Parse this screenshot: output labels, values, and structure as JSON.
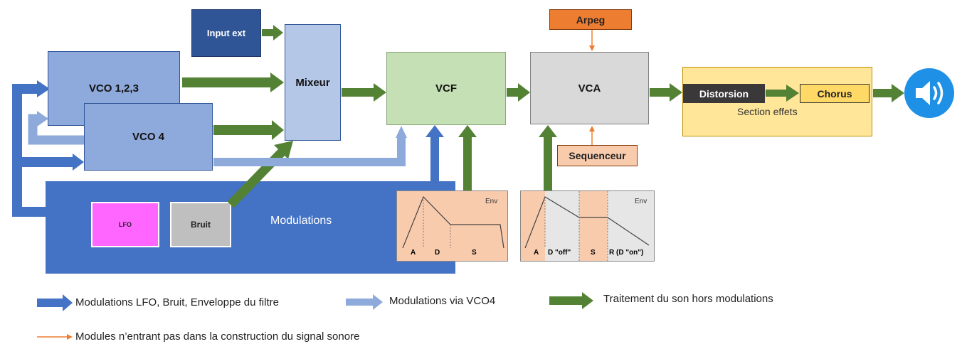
{
  "colors": {
    "vco": "#8EA9DB",
    "vco_border": "#2F5597",
    "mixeur": "#B4C7E7",
    "vcf": "#C5E0B4",
    "vca": "#D9D9D9",
    "green_arrow": "#548235",
    "blue_dark_arrow": "#4472C4",
    "blue_light_arrow": "#8EAADB",
    "orange": "#ED7D31",
    "orange_light": "#F8CBAD",
    "modulations_bg": "#4472C4",
    "lfo": "#FF66FF",
    "bruit": "#BFBFBF",
    "effects_bg": "#FFE699",
    "chorus": "#FFD966",
    "distorsion": "#3A3838",
    "input_ext": "#2F5597",
    "speaker": "#1E90E6"
  },
  "modules": {
    "input_ext": "Input ext",
    "vco123": "VCO 1,2,3",
    "vco4": "VCO 4",
    "mixeur": "Mixeur",
    "vcf": "VCF",
    "vca": "VCA",
    "arpeg": "Arpeg",
    "sequenceur": "Sequenceur",
    "distorsion": "Distorsion",
    "chorus": "Chorus",
    "section_effets": "Section effets",
    "modulations": "Modulations",
    "lfo": "LFO",
    "bruit": "Bruit"
  },
  "env_filter": {
    "title": "Env",
    "labels": [
      "A",
      "D",
      "S"
    ]
  },
  "env_amp": {
    "title": "Env",
    "labels": [
      "A",
      "D \"off\"",
      "S",
      "R (D \"on\")"
    ]
  },
  "legend": {
    "dark_blue": "Modulations LFO, Bruit, Enveloppe du filtre",
    "light_blue": "Modulations via VCO4",
    "green": "Traitement du son hors modulations",
    "orange": "Modules n’entrant pas dans la construction du signal sonore"
  },
  "icons": [
    "speaker-icon"
  ]
}
